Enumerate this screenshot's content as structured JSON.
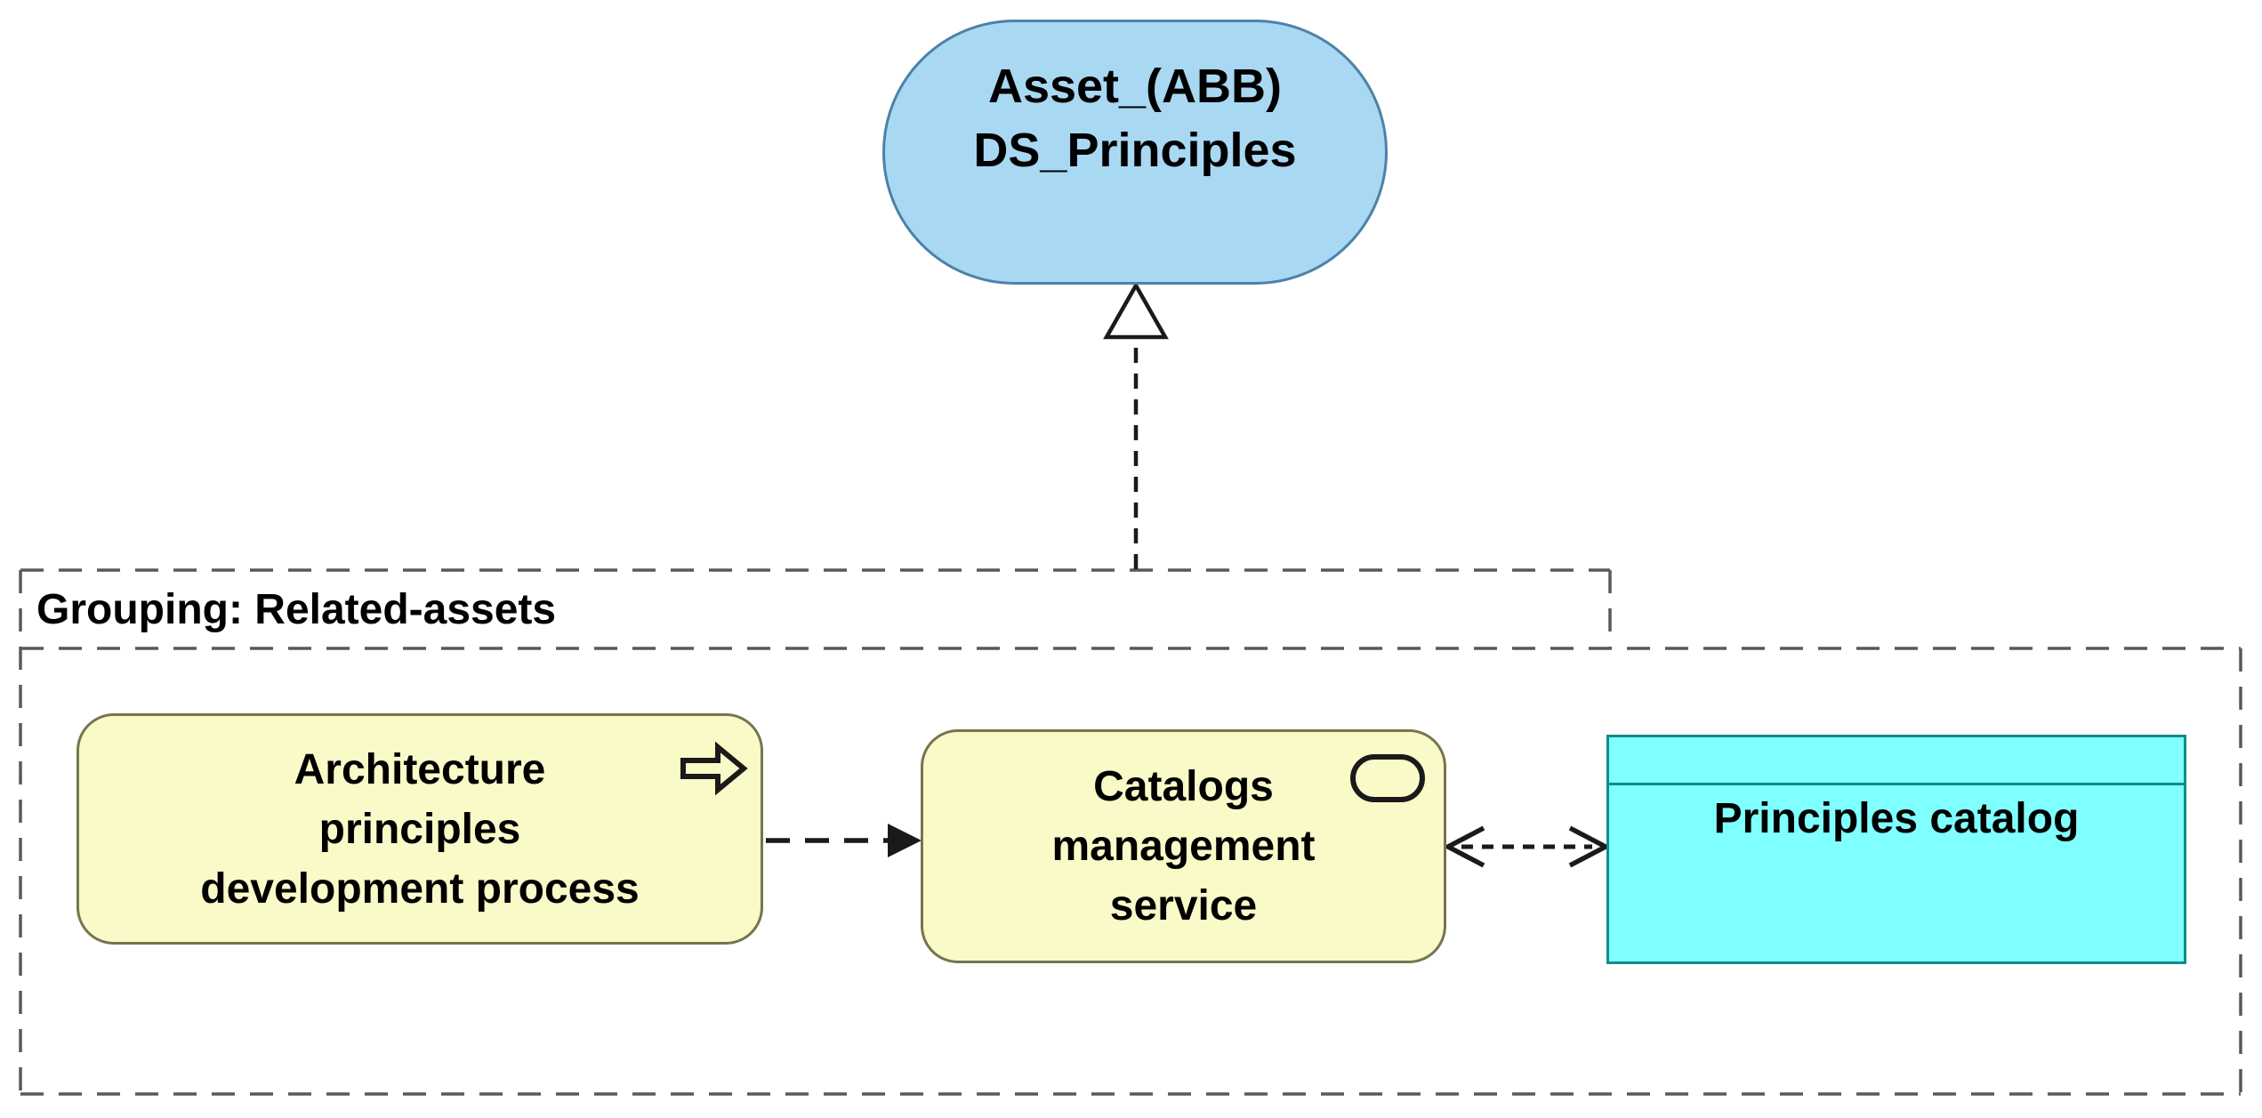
{
  "diagram": {
    "asset_node": {
      "label": "Asset_(ABB)\nDS_Principles",
      "shape": "stadium"
    },
    "grouping": {
      "label": "Grouping: Related-assets"
    },
    "process_node": {
      "label": "Architecture\nprinciples\ndevelopment process",
      "icon": "process-arrow-icon"
    },
    "service_node": {
      "label": "Catalogs\nmanagement\nservice",
      "icon": "service-rounded-icon"
    },
    "catalog_node": {
      "label": "Principles catalog"
    },
    "connectors": {
      "realization": "dashed line with hollow triangle head from grouping to asset node",
      "flow": "dashed line with solid arrowhead from process to service",
      "bidirectional_flow": "dotted line with open arrowheads between service and catalog"
    },
    "colors": {
      "asset_fill": "#a9d8f3",
      "asset_border": "#4e81a8",
      "yellow_fill": "#fafac8",
      "yellow_border": "#75754e",
      "catalog_fill": "#80ffff",
      "catalog_border": "#128b8b",
      "grouping_border": "#595959",
      "connector": "#1a1a1a",
      "text": "#000000",
      "background": "#ffffff"
    }
  }
}
